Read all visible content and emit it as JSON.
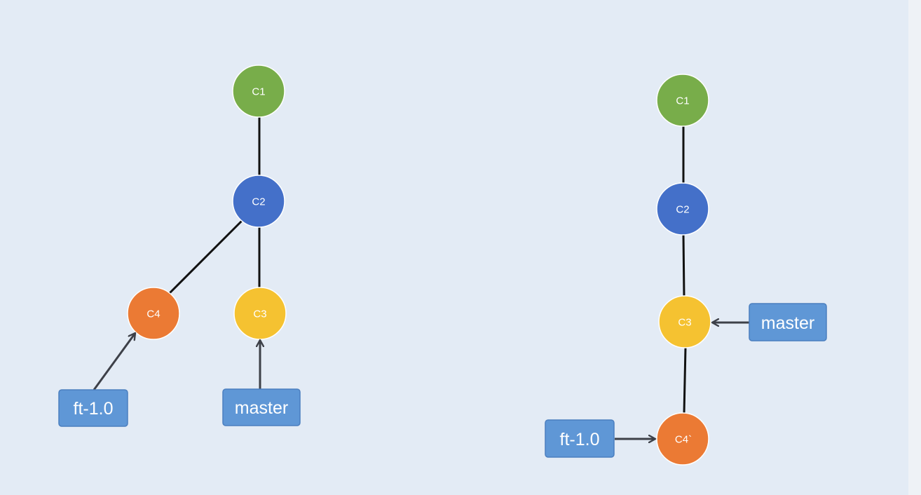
{
  "colors": {
    "background": "#e3ebf5",
    "green": "#78ad4a",
    "blue": "#4470c9",
    "yellow": "#f5c231",
    "orange": "#eb7a34",
    "branch": "#5f97d6"
  },
  "before": {
    "commits": {
      "c1": "C1",
      "c2": "C2",
      "c3": "C3",
      "c4": "C4"
    },
    "branches": {
      "feature": "ft-1.0",
      "master": "master"
    }
  },
  "after": {
    "commits": {
      "c1": "C1",
      "c2": "C2",
      "c3": "C3",
      "c4": "C4`"
    },
    "branches": {
      "feature": "ft-1.0",
      "master": "master"
    }
  }
}
